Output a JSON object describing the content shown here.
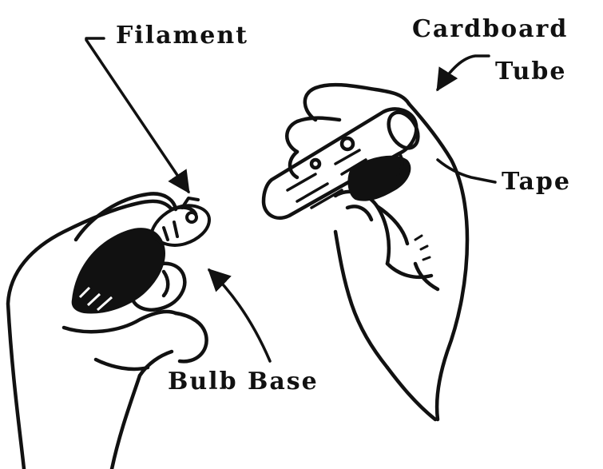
{
  "labels": {
    "filament": "Filament",
    "cardboard": "Cardboard",
    "tube": "Tube",
    "tape": "Tape",
    "bulb_base": "Bulb Base"
  },
  "colors": {
    "ink": "#111111",
    "paper": "#ffffff"
  }
}
